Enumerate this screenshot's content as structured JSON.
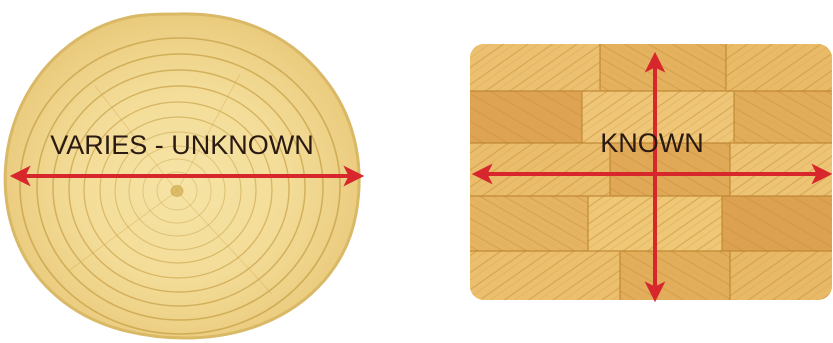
{
  "diagram": {
    "left_panel": {
      "subject": "tree-trunk-cross-section",
      "label": "VARIES - UNKNOWN"
    },
    "right_panel": {
      "subject": "glulam-end-grain-block",
      "label": "KNOWN"
    }
  },
  "colors": {
    "arrow": "#d7262c",
    "wood_light": "#f3dc97",
    "wood_mid": "#e2b866",
    "wood_dark": "#c98f35",
    "ring": "#c7a047",
    "bark_edge": "#d9b866",
    "label_text": "#2a1a12"
  }
}
